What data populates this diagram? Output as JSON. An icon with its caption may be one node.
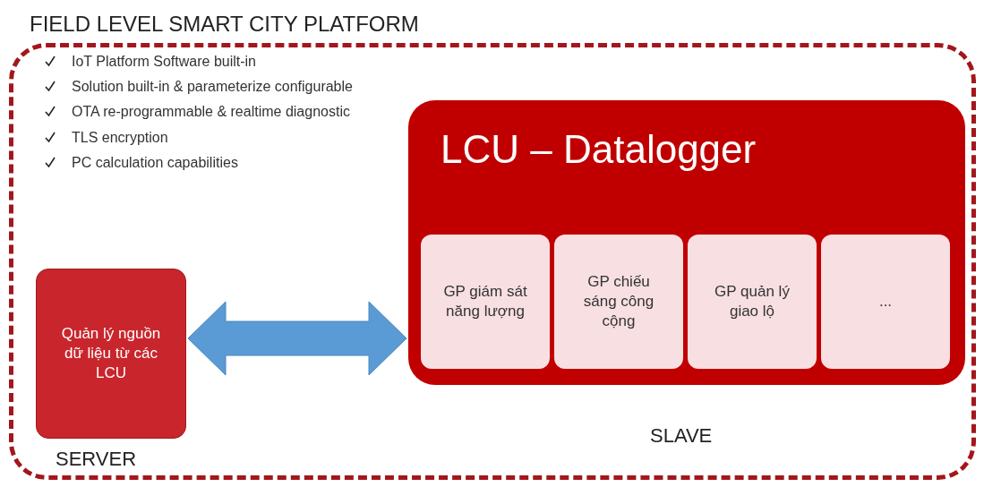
{
  "diagram": {
    "nodes": [
      {
        "text": [
          "FIELD LEVEL SMART CITY PLATFORM"
        ]
      },
      {
        "text": [
          "Quản lý nguồn dữ liệu từ các LCU"
        ],
        "in": 0,
        "beside": [
          "SERVER"
        ]
      },
      {
        "text": [
          "LCU – Datalogger"
        ],
        "in": 0,
        "beside": [
          "SLAVE"
        ]
      },
      {
        "text": [
          "GP giám sát năng lượng"
        ],
        "in": 2
      },
      {
        "text": [
          "GP chiếu sáng công cộng"
        ],
        "in": 2
      },
      {
        "text": [
          "GP quản lý giao lộ"
        ],
        "in": 2
      },
      {
        "text": [
          "..."
        ],
        "in": 2
      }
    ],
    "edges": [
      {
        "from": 1,
        "to": 2,
        "arrow": "both",
        "style": "thick",
        "color": "#5b9bd5"
      }
    ],
    "labels": [
      "IoT Platform Software built-in",
      "Solution built-in & parameterize configurable",
      "OTA re-programmable & realtime diagnostic",
      "TLS encryption",
      "PC calculation capabilities"
    ]
  }
}
